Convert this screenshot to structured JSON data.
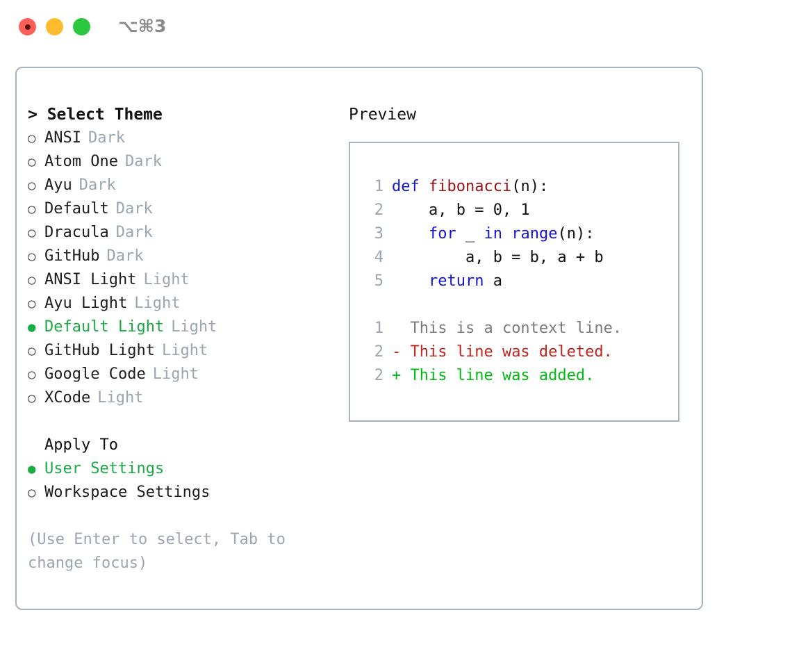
{
  "window": {
    "traffic_lights": [
      "close",
      "minimize",
      "maximize"
    ],
    "shortcut_label": "⌥⌘3"
  },
  "theme_panel": {
    "heading": "> Select Theme",
    "selected_theme": "Default Light",
    "items": [
      {
        "bullet": "○",
        "label": "ANSI",
        "tag": "Dark",
        "selected": false
      },
      {
        "bullet": "○",
        "label": "Atom One",
        "tag": "Dark",
        "selected": false
      },
      {
        "bullet": "○",
        "label": "Ayu",
        "tag": "Dark",
        "selected": false
      },
      {
        "bullet": "○",
        "label": "Default",
        "tag": "Dark",
        "selected": false
      },
      {
        "bullet": "○",
        "label": "Dracula",
        "tag": "Dark",
        "selected": false
      },
      {
        "bullet": "○",
        "label": "GitHub",
        "tag": "Dark",
        "selected": false
      },
      {
        "bullet": "○",
        "label": "ANSI Light",
        "tag": "Light",
        "selected": false
      },
      {
        "bullet": "○",
        "label": "Ayu Light",
        "tag": "Light",
        "selected": false
      },
      {
        "bullet": "●",
        "label": "Default Light",
        "tag": "Light",
        "selected": true
      },
      {
        "bullet": "○",
        "label": "GitHub Light",
        "tag": "Light",
        "selected": false
      },
      {
        "bullet": "○",
        "label": "Google Code",
        "tag": "Light",
        "selected": false
      },
      {
        "bullet": "○",
        "label": "XCode",
        "tag": "Light",
        "selected": false
      }
    ],
    "apply_to": {
      "heading": "Apply To",
      "selected_option": "User Settings",
      "options": [
        {
          "bullet": "●",
          "label": "User Settings",
          "selected": true
        },
        {
          "bullet": "○",
          "label": "Workspace Settings",
          "selected": false
        }
      ]
    },
    "hint": "(Use Enter to select, Tab to change focus)"
  },
  "preview": {
    "title": "Preview",
    "code_lines": [
      {
        "num": "1",
        "tokens": [
          {
            "t": "def ",
            "cls": "kw"
          },
          {
            "t": "fibonacci",
            "cls": "fn"
          },
          {
            "t": "(n):",
            "cls": "plain"
          }
        ]
      },
      {
        "num": "2",
        "tokens": [
          {
            "t": "    a, b = 0, 1",
            "cls": "plain"
          }
        ]
      },
      {
        "num": "3",
        "tokens": [
          {
            "t": "    ",
            "cls": "plain"
          },
          {
            "t": "for",
            "cls": "kw"
          },
          {
            "t": " _ ",
            "cls": "plain"
          },
          {
            "t": "in",
            "cls": "kw"
          },
          {
            "t": " ",
            "cls": "plain"
          },
          {
            "t": "range",
            "cls": "kw"
          },
          {
            "t": "(n):",
            "cls": "plain"
          }
        ]
      },
      {
        "num": "4",
        "tokens": [
          {
            "t": "        a, b = b, a + b",
            "cls": "plain"
          }
        ]
      },
      {
        "num": "5",
        "tokens": [
          {
            "t": "    ",
            "cls": "plain"
          },
          {
            "t": "return",
            "cls": "kw"
          },
          {
            "t": " a",
            "cls": "plain"
          }
        ]
      }
    ],
    "diff_lines": [
      {
        "num": "1",
        "marker": " ",
        "text": " This is a context line.",
        "cls": "ctx"
      },
      {
        "num": "2",
        "marker": "-",
        "text": " This line was deleted.",
        "cls": "del"
      },
      {
        "num": "2",
        "marker": "+",
        "text": " This line was added.",
        "cls": "add"
      }
    ]
  },
  "colors": {
    "accent_green": "#1aab43",
    "added_green": "#00bb11",
    "deleted_red": "#c0241c",
    "keyword_blue": "#1313d6",
    "function_red": "#9c0f13",
    "muted_gray": "#9aa5b1",
    "border_gray": "#a6b2c0"
  }
}
